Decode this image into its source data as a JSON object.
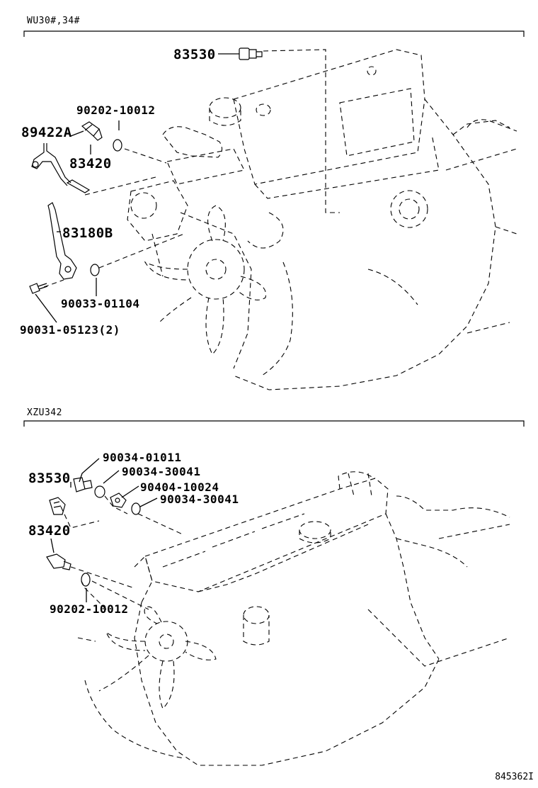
{
  "sections": [
    {
      "label": "WU30#,34#",
      "parts": [
        "83530",
        "90202-10012",
        "89422A",
        "83420",
        "83180B",
        "90033-01104",
        "90031-05123(2)"
      ]
    },
    {
      "label": "XZU342",
      "parts": [
        "90034-01011",
        "83530",
        "90034-30041",
        "90404-10024",
        "90034-30041",
        "83420",
        "90202-10012"
      ]
    }
  ],
  "footer": "845362I"
}
